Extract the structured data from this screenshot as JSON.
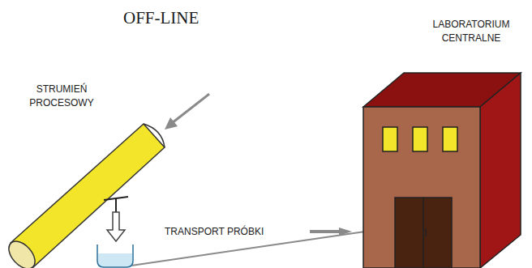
{
  "diagram": {
    "title": "OFF-LINE",
    "labels": [
      "STRUMIEŃ PROCESOWY",
      "TRANSPORT PRÓBKI",
      "LABORATORIUM CENTRALNE"
    ]
  }
}
